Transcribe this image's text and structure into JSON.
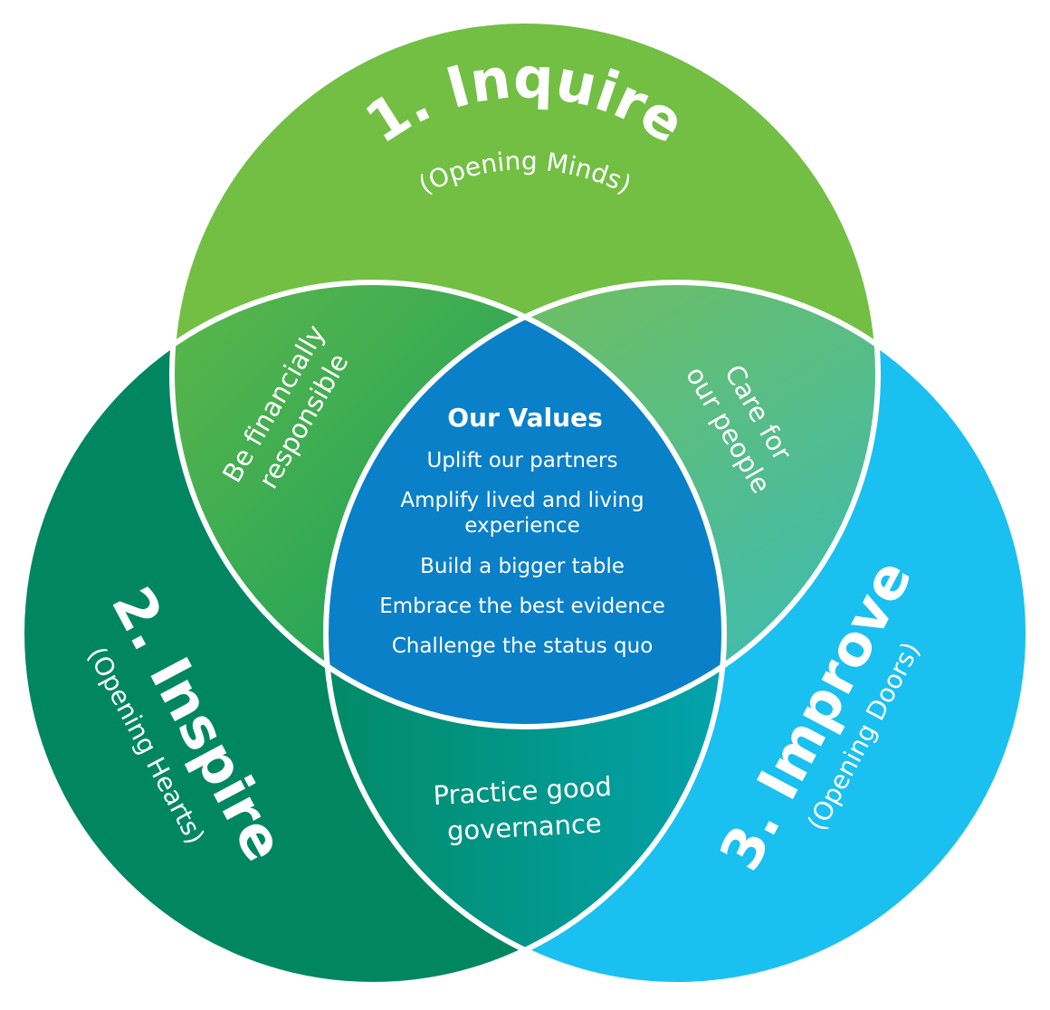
{
  "colors": {
    "inquire": "#72bf44",
    "inspire": "#008762",
    "improve": "#1ac0f0",
    "center": "#0a80c8",
    "outline": "#ffffff"
  },
  "circles": {
    "inquire": {
      "title": "1. Inquire",
      "subtitle": "(Opening Minds)"
    },
    "inspire": {
      "title": "2. Inspire",
      "subtitle": "(Opening Hearts)"
    },
    "improve": {
      "title": "3. Improve",
      "subtitle": "(Opening Doors)"
    }
  },
  "overlaps": {
    "inquire_inspire": [
      "Be financially",
      "responsible"
    ],
    "inquire_improve": [
      "Care for",
      "our people"
    ],
    "inspire_improve": [
      "Practice good",
      "governance"
    ]
  },
  "center": {
    "title": "Our Values",
    "items": [
      "Uplift our partners",
      "Amplify lived and living",
      "experience",
      "Build a bigger table",
      "Embrace the best evidence",
      "Challenge the status quo"
    ]
  }
}
